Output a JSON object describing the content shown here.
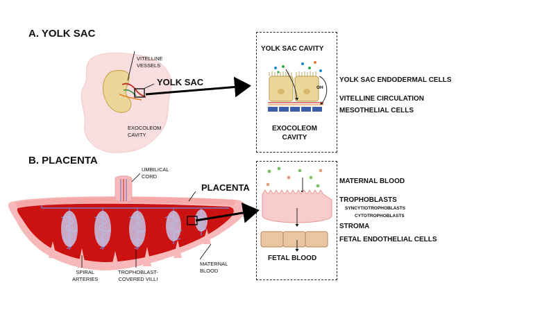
{
  "sections": {
    "yolk_sac_title": "A. YOLK SAC",
    "placenta_title": "B. PLACENTA"
  },
  "yolk": {
    "vitelline_vessels": "VITELLINE\nVESSELS",
    "yolk_sac_label": "YOLK SAC",
    "exocoelom_cavity": "EXOCOLEOM\nCAVITY",
    "zoom_title": "YOLK SAC CAVITY",
    "zoom_exocoelom": "EXOCOLEOM\nCAVITY",
    "oh_label": "OH",
    "right_labels": {
      "endodermal": "YOLK SAC ENDODERMAL CELLS",
      "vitelline_circulation": "VITELLINE CIRCULATION",
      "mesothelial": "MESOTHELIAL CELLS"
    }
  },
  "placenta": {
    "umbilical_cord": "UMBILICAL\nCORD",
    "placenta_label": "PLACENTA",
    "spiral_arteries": "SPIRAL\nARTERIES",
    "villi": "TROPHOBLAST-\nCOVERED VILLI",
    "maternal_blood_left": "MATERNAL\nBLOOD",
    "zoom_fetal_blood": "FETAL BLOOD",
    "right_labels": {
      "maternal_blood": "MATERNAL BLOOD",
      "trophoblasts": "TROPHOBLASTS",
      "syncytiotrophoblasts": "SYNCYTIOTROPHOBLASTS",
      "cytotrophoblasts": "CYTOTROPHOBLASTS",
      "stroma": "STROMA",
      "fetal_endothelial": "FETAL ENDOTHELIAL CELLS"
    }
  },
  "colors": {
    "embryo_pink": "#f8dede",
    "yolk_tan": "#ecd79a",
    "placenta_red": "#cc1111",
    "placenta_pink": "#f6b8b8",
    "villi_lavender": "#c7c4e6",
    "stroma_pink": "#f8cccc",
    "endothelial_tan": "#ebc6a3",
    "mesothelial_blue": "#3c5fa8"
  }
}
